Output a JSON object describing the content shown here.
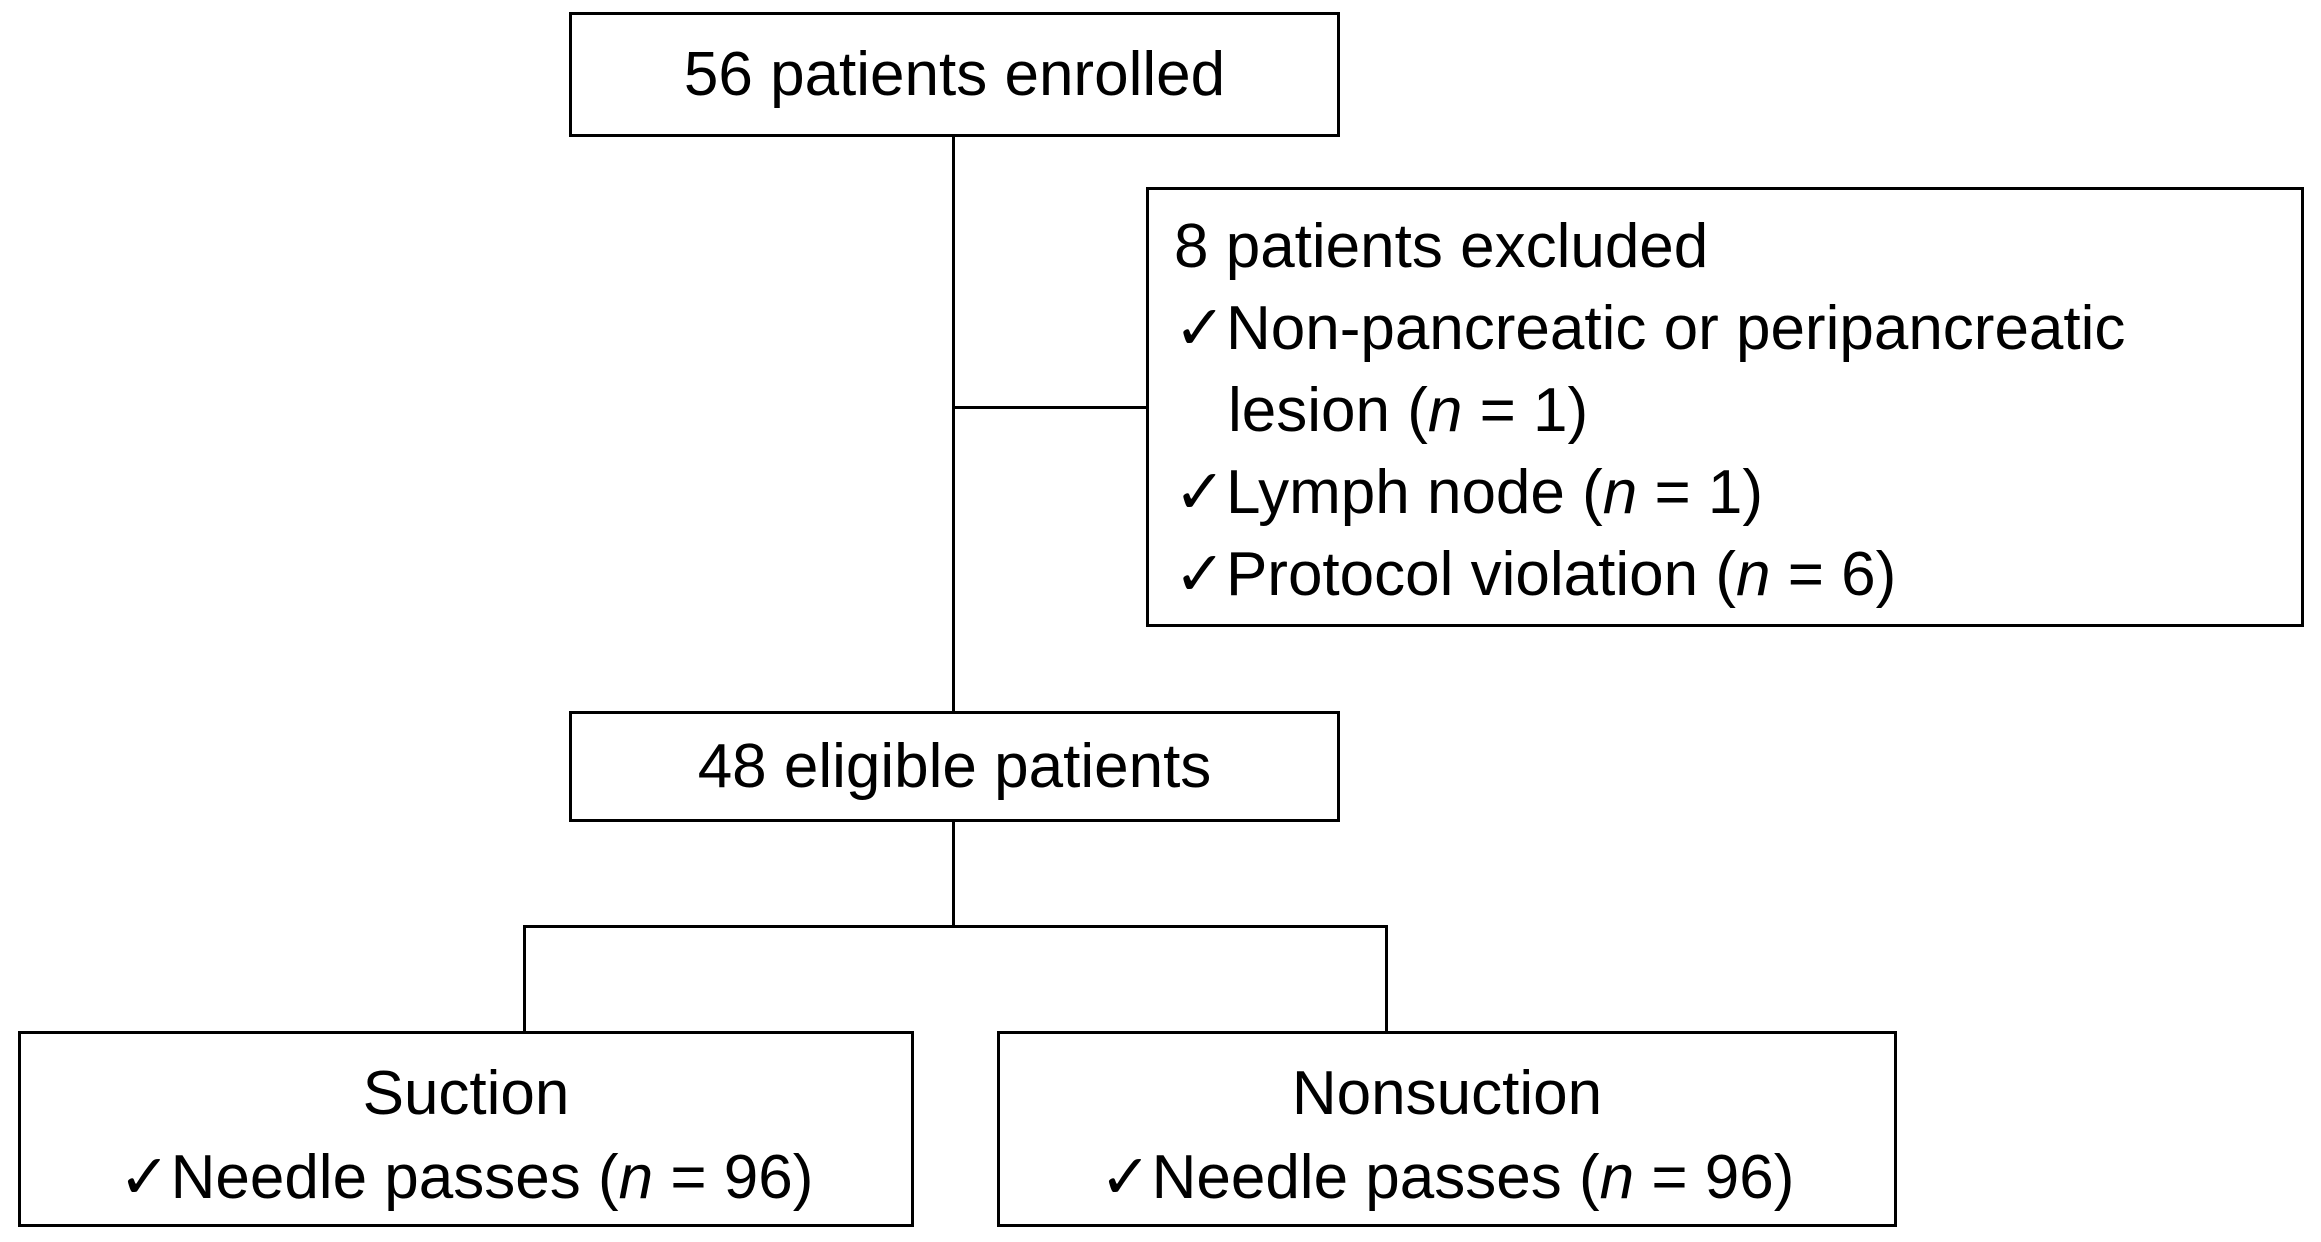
{
  "flowchart": {
    "enrolled": {
      "text": "56 patients enrolled"
    },
    "excluded": {
      "title": "8 patients excluded",
      "items": [
        {
          "check": "✓",
          "pre": "Non-pancreatic or peripancreatic",
          "line2_pre": "lesion (",
          "n_label": "n",
          "post": " = 1)"
        },
        {
          "check": "✓",
          "pre": "Lymph node (",
          "n_label": "n",
          "post": " = 1)"
        },
        {
          "check": "✓",
          "pre": "Protocol violation (",
          "n_label": "n",
          "post": " = 6)"
        }
      ]
    },
    "eligible": {
      "text": "48 eligible patients"
    },
    "arms": [
      {
        "title": "Suction",
        "check": "✓",
        "pre": "Needle passes (",
        "n_label": "n",
        "post": " = 96)"
      },
      {
        "title": "Nonsuction",
        "check": "✓",
        "pre": "Needle passes (",
        "n_label": "n",
        "post": " = 96)"
      }
    ]
  }
}
